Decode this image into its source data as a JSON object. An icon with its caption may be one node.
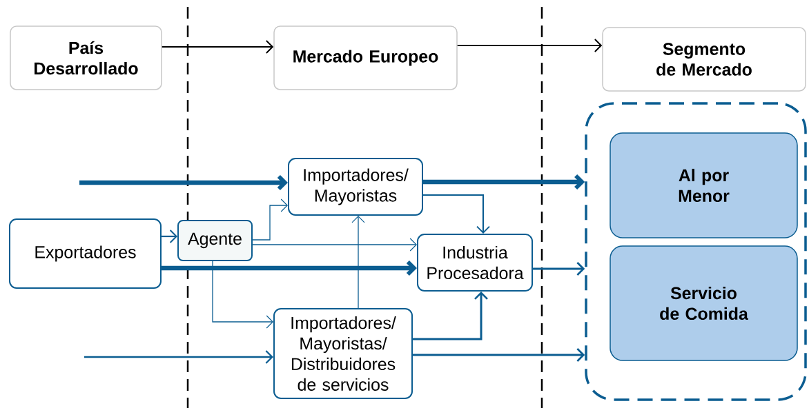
{
  "diagram": {
    "nodes": [
      {
        "text": [
          "País Desarrollado"
        ]
      },
      {
        "text": [
          "Mercado Europeo"
        ]
      },
      {
        "text": [
          "Segmento de Mercado"
        ]
      },
      {
        "text": [],
        "shape": "box"
      },
      {
        "text": [
          "Al por Menor"
        ],
        "in": 3
      },
      {
        "text": [
          "Servicio de Comida"
        ],
        "in": 3
      },
      {
        "text": [
          "Exportadores"
        ]
      },
      {
        "text": [
          "Agente"
        ]
      },
      {
        "text": [
          "Importadores/ Mayoristas"
        ]
      },
      {
        "text": [
          "Industria Procesadora"
        ]
      },
      {
        "text": [
          "Importadores/ Mayoristas/ Distribuidores de servicios"
        ]
      }
    ],
    "edges": [
      {
        "from": 0,
        "to": 1,
        "arrow": "to",
        "color": "#000000"
      },
      {
        "from": 1,
        "to": 2,
        "arrow": "to",
        "color": "#000000"
      },
      {
        "from": null,
        "to": 8,
        "arrow": "to",
        "style": "thick"
      },
      {
        "from": 8,
        "to": 3,
        "arrow": "to",
        "style": "thick"
      },
      {
        "from": 6,
        "to": 7,
        "arrow": "to"
      },
      {
        "from": 7,
        "to": 8,
        "arrow": "to"
      },
      {
        "from": 7,
        "to": 9,
        "arrow": "to"
      },
      {
        "from": 6,
        "to": 9,
        "arrow": "to",
        "style": "thick"
      },
      {
        "from": 7,
        "to": 10,
        "arrow": "to"
      },
      {
        "from": null,
        "to": 10,
        "arrow": "to"
      },
      {
        "from": 10,
        "to": 8,
        "arrow": "to"
      },
      {
        "from": 8,
        "to": 9,
        "arrow": "to"
      },
      {
        "from": 10,
        "to": 9,
        "arrow": "to"
      },
      {
        "from": 9,
        "to": 3,
        "arrow": "to"
      },
      {
        "from": 10,
        "to": 3,
        "arrow": "to"
      }
    ]
  }
}
